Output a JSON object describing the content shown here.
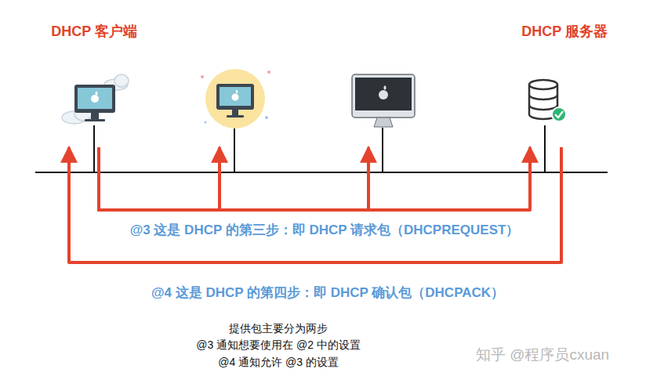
{
  "diagram": {
    "nodes": [
      {
        "text": [
          "DHCP 客户端"
        ]
      },
      {
        "text": []
      },
      {
        "text": []
      },
      {
        "text": [
          "DHCP 服务器"
        ]
      }
    ],
    "edges": [
      {
        "from": 0,
        "to": 1,
        "arrow": "to"
      },
      {
        "from": 0,
        "to": 2,
        "arrow": "to"
      },
      {
        "from": 0,
        "to": 3,
        "arrow": "to"
      },
      {
        "from": 3,
        "to": 0,
        "arrow": "to"
      }
    ],
    "labels": [
      "@3 这是 DHCP 的第三步：即 DHCP 请求包（DHCPREQUEST）",
      "@4 这是 DHCP 的第四步：即 DHCP 确认包（DHCPACK）",
      "提供包主要分为两步",
      "@3 通知想要使用在 @2 中的设置",
      "@4 通知允许 @3 的设置",
      "知乎 @程序员cxuan"
    ]
  }
}
